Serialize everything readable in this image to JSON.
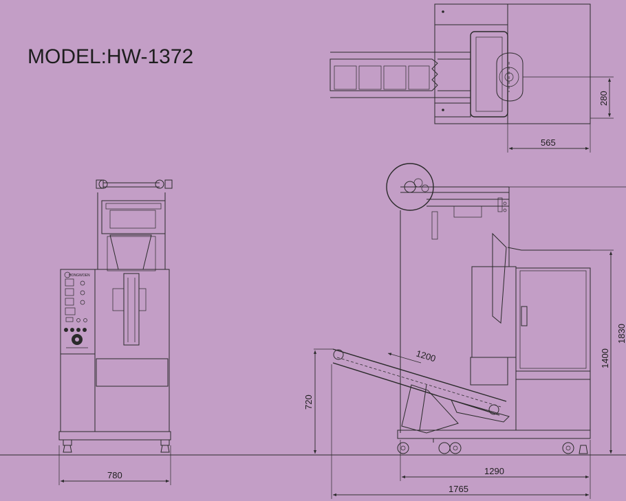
{
  "title": "MODEL:HW-1372",
  "panel_brand": "HONGWOEN",
  "dimensions": {
    "top_width": "565",
    "top_depth": "280",
    "front_width": "780",
    "side_base": "1290",
    "side_total": "1765",
    "conveyor_length": "1200",
    "conveyor_height": "720",
    "body_height": "1400",
    "total_height": "1830"
  },
  "colors": {
    "background": "#c39ec6",
    "line": "#2a2a2a"
  }
}
